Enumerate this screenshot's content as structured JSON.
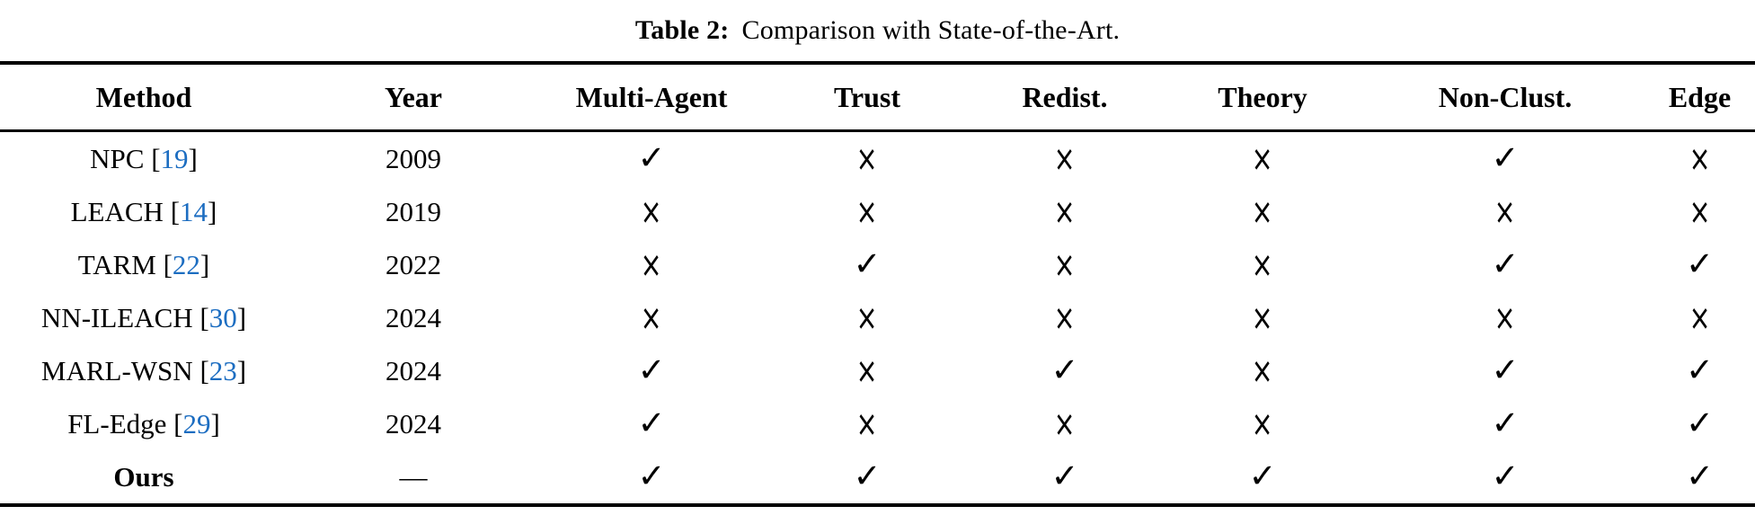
{
  "title": {
    "label": "Table 2:",
    "text": "Comparison with State-of-the-Art."
  },
  "colors": {
    "text": "#000000",
    "citation_link": "#1c6dc1",
    "rule": "#000000",
    "background": "#ffffff"
  },
  "table": {
    "columns": [
      "Method",
      "Year",
      "Multi-Agent",
      "Trust",
      "Redist.",
      "Theory",
      "Non-Clust.",
      "Edge"
    ],
    "symbols": {
      "check": "✓",
      "cross": "×"
    },
    "rows": [
      {
        "method": "NPC",
        "cite": "19",
        "year": "2009",
        "bold": false,
        "marks": [
          "check",
          "cross",
          "cross",
          "cross",
          "check",
          "cross"
        ]
      },
      {
        "method": "LEACH",
        "cite": "14",
        "year": "2019",
        "bold": false,
        "marks": [
          "cross",
          "cross",
          "cross",
          "cross",
          "cross",
          "cross"
        ]
      },
      {
        "method": "TARM",
        "cite": "22",
        "year": "2022",
        "bold": false,
        "marks": [
          "cross",
          "check",
          "cross",
          "cross",
          "check",
          "check"
        ]
      },
      {
        "method": "NN-ILEACH",
        "cite": "30",
        "year": "2024",
        "bold": false,
        "marks": [
          "cross",
          "cross",
          "cross",
          "cross",
          "cross",
          "cross"
        ]
      },
      {
        "method": "MARL-WSN",
        "cite": "23",
        "year": "2024",
        "bold": false,
        "marks": [
          "check",
          "cross",
          "check",
          "cross",
          "check",
          "check"
        ]
      },
      {
        "method": "FL-Edge",
        "cite": "29",
        "year": "2024",
        "bold": false,
        "marks": [
          "check",
          "cross",
          "cross",
          "cross",
          "check",
          "check"
        ]
      },
      {
        "method": "Ours",
        "cite": null,
        "year": "—",
        "bold": true,
        "marks": [
          "check",
          "check",
          "check",
          "check",
          "check",
          "check"
        ]
      }
    ]
  }
}
